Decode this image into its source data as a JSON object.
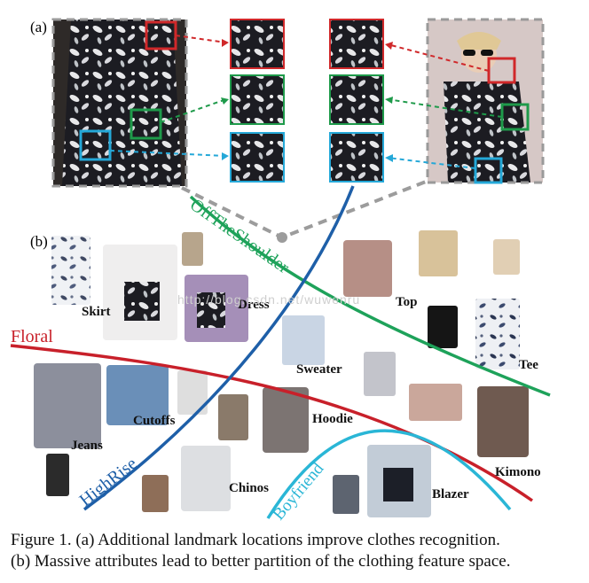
{
  "panel_labels": {
    "a": "(a)",
    "b": "(b)"
  },
  "attribute_curves": {
    "off_the_shoulder": "OffTheShoulder",
    "floral": "Floral",
    "high_rise": "HighRise",
    "boyfriend": "Boyfriend"
  },
  "categories": {
    "skirt": "Skirt",
    "dress": "Dress",
    "top": "Top",
    "sweater": "Sweater",
    "tee": "Tee",
    "cutoffs": "Cutoffs",
    "hoodie": "Hoodie",
    "jeans": "Jeans",
    "kimono": "Kimono",
    "chinos": "Chinos",
    "blazer": "Blazer"
  },
  "watermark": "http://blog.csdn.net/wuwenru",
  "caption": {
    "line1": "Figure 1. (a) Additional landmark locations improve clothes recognition.",
    "line2": "(b) Massive attributes lead to better partition of the clothing feature space."
  },
  "colors": {
    "landmark_red": "#d0282a",
    "landmark_green": "#1e9a4a",
    "landmark_cyan": "#24a8d8",
    "curve_green": "#1ea25a",
    "curve_red": "#c8202a",
    "curve_blue": "#1e5fa8",
    "curve_cyan": "#2ab6d6"
  }
}
